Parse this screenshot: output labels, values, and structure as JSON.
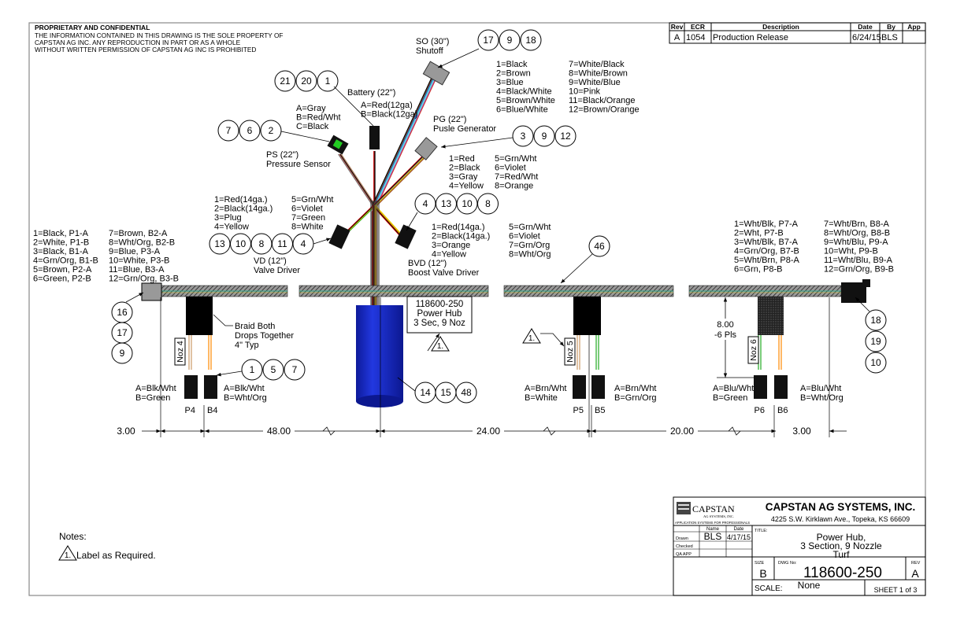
{
  "notice": {
    "heading": "PROPRIETARY AND CONFIDENTIAL",
    "lines": [
      "THE INFORMATION CONTAINED IN THIS DRAWING IS THE SOLE PROPERTY OF",
      "CAPSTAN AG INC. ANY REPRODUCTION IN PART OR AS A WHOLE",
      "WITHOUT WRITTEN PERMISSION OF CAPSTAN AG INC IS PROHIBITED"
    ]
  },
  "revision_table": {
    "headers": [
      "Rev",
      "ECR",
      "Description",
      "Date",
      "By",
      "App"
    ],
    "rows": [
      [
        "A",
        "1054",
        "Production Release",
        "6/24/15",
        "BLS",
        ""
      ]
    ]
  },
  "connectors": {
    "so": {
      "name": "SO (30\")",
      "desc": "Shutoff",
      "balloons": [
        "17",
        "9",
        "18"
      ],
      "pins_col1": [
        "1=Black",
        "2=Brown",
        "3=Blue",
        "4=Black/White",
        "5=Brown/White",
        "6=Blue/White"
      ],
      "pins_col2": [
        "7=White/Black",
        "8=White/Brown",
        "9=White/Blue",
        "10=Pink",
        "11=Black/Orange",
        "12=Brown/Orange"
      ]
    },
    "battery": {
      "name": "Battery (22\")",
      "balloons": [
        "21",
        "20",
        "1"
      ],
      "pins": [
        "A=Red(12ga)",
        "B=Black(12ga)"
      ]
    },
    "ps": {
      "name": "PS (22\")",
      "desc": "Pressure Sensor",
      "balloons": [
        "7",
        "6",
        "2"
      ],
      "pins": [
        "A=Gray",
        "B=Red/Wht",
        "C=Black"
      ]
    },
    "pg": {
      "name": "PG (22\")",
      "desc": "Pusle Generator",
      "balloons": [
        "3",
        "9",
        "12"
      ],
      "pins_col1": [
        "1=Red",
        "2=Black",
        "3=Gray",
        "4=Yellow"
      ],
      "pins_col2": [
        "5=Grn/Wht",
        "6=Violet",
        "7=Red/Wht",
        "8=Orange"
      ]
    },
    "vd": {
      "name": "VD (12\")",
      "desc": "Valve Driver",
      "balloons": [
        "13",
        "10",
        "8",
        "11",
        "4"
      ],
      "pins_col1": [
        "1=Red(14ga.)",
        "2=Black(14ga.)",
        "3=Plug",
        "4=Yellow"
      ],
      "pins_col2": [
        "5=Grn/Wht",
        "6=Violet",
        "7=Green",
        "8=White"
      ]
    },
    "bvd": {
      "name": "BVD (12\")",
      "desc": "Boost Valve Driver",
      "balloons": [
        "4",
        "13",
        "10",
        "8"
      ],
      "pins_col1": [
        "1=Red(14ga.)",
        "2=Black(14ga.)",
        "3=Orange",
        "4=Yellow"
      ],
      "pins_col2": [
        "5=Grn/Wht",
        "6=Violet",
        "7=Grn/Org",
        "8=Wht/Org"
      ]
    },
    "left_end": {
      "balloons": [
        "16",
        "17",
        "9"
      ],
      "pins_col1": [
        "1=Black, P1-A",
        "2=White, P1-B",
        "3=Black, B1-A",
        "4=Grn/Org, B1-B",
        "5=Brown, P2-A",
        "6=Green, P2-B"
      ],
      "pins_col2": [
        "7=Brown, B2-A",
        "8=Wht/Org, B2-B",
        "9=Blue, P3-A",
        "10=White, P3-B",
        "11=Blue, B3-A",
        "12=Grn/Org, B3-B"
      ]
    },
    "right_end": {
      "balloons": [
        "18",
        "19",
        "10"
      ],
      "pins_col1": [
        "1=Wht/Blk, P7-A",
        "2=Wht, P7-B",
        "3=Wht/Blk, B7-A",
        "4=Grn/Org, B7-B",
        "5=Wht/Brn, P8-A",
        "6=Grn, P8-B"
      ],
      "pins_col2": [
        "7=Wht/Brn, B8-A",
        "8=Wht/Org, B8-B",
        "9=Wht/Blu, P9-A",
        "10=Wht, P9-B",
        "11=Wht/Blu, B9-A",
        "12=Grn/Org, B9-B"
      ]
    }
  },
  "trunk": {
    "balloon": "46"
  },
  "hub": {
    "label": [
      "118600-250",
      "Power Hub",
      "3 Sec, 9 Noz"
    ],
    "balloons": [
      "14",
      "15",
      "48"
    ],
    "note_ref": "1.",
    "color": "#1a2fd0"
  },
  "drops": [
    {
      "noz": "Noz 4",
      "p": "P4",
      "b": "B4",
      "p_pins": [
        "A=Blk/Wht",
        "B=Green"
      ],
      "b_pins": [
        "A=Blk/Wht",
        "B=Wht/Org"
      ]
    },
    {
      "noz": "Noz 5",
      "p": "P5",
      "b": "B5",
      "p_pins": [
        "A=Brn/Wht",
        "B=White"
      ],
      "b_pins": [
        "A=Brn/Wht",
        "B=Grn/Org"
      ],
      "note_ref": "1."
    },
    {
      "noz": "Noz 6",
      "p": "P6",
      "b": "B6",
      "p_pins": [
        "A=Blu/Wht",
        "B=Green"
      ],
      "b_pins": [
        "A=Blu/Wht",
        "B=Wht/Org"
      ]
    }
  ],
  "braid_note": [
    "Braid Both",
    "Drops Together",
    "4\" Typ"
  ],
  "drop_balloons": [
    "1",
    "5",
    "7"
  ],
  "drop_spacing": {
    "value": "8.00",
    "qty": "-6 Pls"
  },
  "dimensions": [
    "3.00",
    "48.00",
    "24.00",
    "20.00",
    "3.00"
  ],
  "notes": {
    "title": "Notes:",
    "items": [
      {
        "ref": "1.",
        "text": "Label as Required."
      }
    ]
  },
  "title_block": {
    "logo_text": "CAPSTAN",
    "logo_sub": "AG SYSTEMS, INC.",
    "logo_tagline": "APPLICATION SYSTEMS FOR PROFESSIONALS",
    "company": "CAPSTAN AG SYSTEMS, INC.",
    "address": "4225 S.W. Kirklawn Ave., Topeka, KS 66609",
    "name_header": "Name",
    "date_header": "Date",
    "drawn_label": "Drawn",
    "drawn_name": "BLS",
    "drawn_date": "4/17/15",
    "checked_label": "Checked",
    "qa_label": "QA APP",
    "title_label": "TITLE:",
    "title_lines": [
      "Power Hub,",
      "3 Section, 9 Nozzle",
      "Turf"
    ],
    "size_label": "SIZE",
    "size": "B",
    "dwg_label": "DWG No:",
    "dwg_no": "118600-250",
    "rev_label": "REV",
    "rev": "A",
    "scale_label": "SCALE:",
    "scale": "None",
    "sheet": "SHEET 1 of 3"
  }
}
